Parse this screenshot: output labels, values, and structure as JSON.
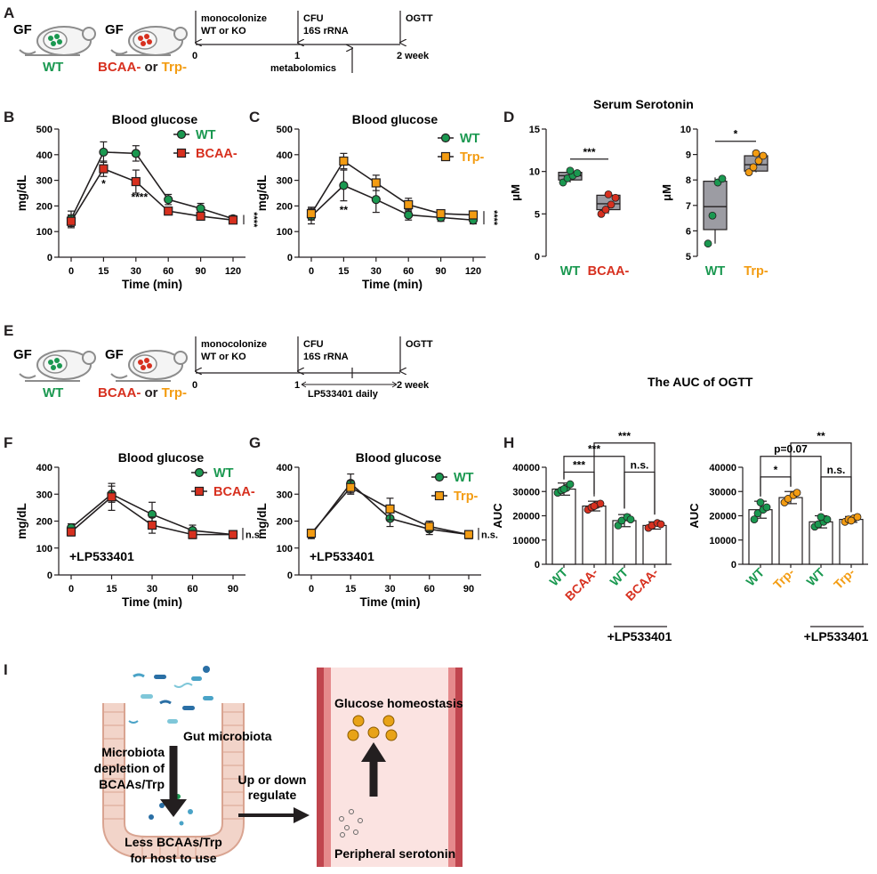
{
  "colors": {
    "wt": "#1a9850",
    "bcaa": "#d7301f",
    "trp": "#f39c12",
    "text": "#231f20",
    "box_fill": "#9c9ca3",
    "bar_fill": "#ffffff",
    "vessel": "#c0454e",
    "vessel_inner": "#fbe3e1",
    "villus": "#f2d4c9",
    "villus_line": "#d9a491",
    "serotonin": "#e8a317"
  },
  "panel_labels": {
    "A": "A",
    "B": "B",
    "C": "C",
    "D": "D",
    "E": "E",
    "F": "F",
    "G": "G",
    "H": "H",
    "I": "I"
  },
  "panel_A": {
    "gf": "GF",
    "wt": "WT",
    "bcaa": "BCAA-",
    "or": "or",
    "trp": "Trp-",
    "timeline": {
      "ev0": "monocolonize",
      "ev0b": "WT or KO",
      "ev1": "CFU",
      "ev1b": "16S rRNA",
      "ev2": "OGTT",
      "t0": "0",
      "t1": "1",
      "t2": "2 week",
      "below": "metabolomics"
    }
  },
  "panel_E": {
    "gf": "GF",
    "wt": "WT",
    "bcaa": "BCAA-",
    "or": "or",
    "trp": "Trp-",
    "timeline": {
      "ev0": "monocolonize",
      "ev0b": "WT or KO",
      "ev1": "CFU",
      "ev1b": "16S rRNA",
      "ev2": "OGTT",
      "t0": "0",
      "t1": "1",
      "t2": "2 week",
      "below": "LP533401 daily"
    }
  },
  "panel_D": {
    "title": "Serum Serotonin"
  },
  "panel_H": {
    "title": "The AUC of OGTT"
  },
  "panel_I": {
    "gut_microbiota": "Gut microbiota",
    "left_l1": "Microbiota",
    "left_l2": "depletion of",
    "left_l3": "BCAAs/Trp",
    "mid_l1": "Up or down",
    "mid_l2": "regulate",
    "bottom_l1": "Less BCAAs/Trp",
    "bottom_l2": "for host to use",
    "top_right": "Glucose homeostasis",
    "bottom_right": "Peripheral serotonin"
  },
  "chart_data": [
    {
      "id": "B",
      "type": "line",
      "title": "Blood glucose",
      "xlabel": "Time (min)",
      "ylabel": "mg/dL",
      "x": [
        0,
        15,
        30,
        60,
        90,
        120
      ],
      "ylim": [
        0,
        500
      ],
      "yticks": [
        0,
        100,
        200,
        300,
        400,
        500
      ],
      "series": [
        {
          "name": "WT",
          "color": "#1a9850",
          "marker": "circle",
          "values": [
            150,
            410,
            405,
            225,
            190,
            150
          ],
          "err": [
            30,
            40,
            30,
            20,
            20,
            12
          ]
        },
        {
          "name": "BCAA-",
          "color": "#d7301f",
          "marker": "square",
          "values": [
            140,
            345,
            295,
            180,
            160,
            145
          ],
          "err": [
            25,
            30,
            45,
            15,
            15,
            12
          ]
        }
      ],
      "annotations": [
        "*",
        "****",
        "****"
      ]
    },
    {
      "id": "C",
      "type": "line",
      "title": "Blood glucose",
      "xlabel": "Time (min)",
      "ylabel": "mg/dL",
      "x": [
        0,
        15,
        30,
        60,
        90,
        120
      ],
      "ylim": [
        0,
        500
      ],
      "yticks": [
        0,
        100,
        200,
        300,
        400,
        500
      ],
      "series": [
        {
          "name": "WT",
          "color": "#1a9850",
          "marker": "circle",
          "values": [
            160,
            280,
            225,
            165,
            155,
            145
          ],
          "err": [
            30,
            60,
            50,
            20,
            15,
            15
          ]
        },
        {
          "name": "Trp-",
          "color": "#f39c12",
          "marker": "square",
          "values": [
            170,
            375,
            290,
            205,
            170,
            165
          ],
          "err": [
            25,
            30,
            30,
            25,
            15,
            15
          ]
        }
      ],
      "annotations": [
        "**",
        "****"
      ]
    },
    {
      "id": "D1",
      "type": "box",
      "ylabel": "μM",
      "ylim": [
        0,
        15
      ],
      "yticks": [
        0,
        5,
        10,
        15
      ],
      "categories": [
        "WT",
        "BCAA-"
      ],
      "colors": [
        "#1a9850",
        "#d7301f"
      ],
      "boxes": [
        {
          "min": 8.7,
          "q1": 9.0,
          "median": 9.5,
          "q3": 9.9,
          "max": 10.2,
          "points": [
            8.7,
            9.2,
            9.5,
            9.8,
            10.1
          ]
        },
        {
          "min": 5.0,
          "q1": 5.5,
          "median": 6.2,
          "q3": 7.2,
          "max": 7.3,
          "points": [
            5.0,
            5.5,
            6.1,
            6.9,
            7.3
          ]
        }
      ],
      "annotations": [
        "***"
      ]
    },
    {
      "id": "D2",
      "type": "box",
      "ylabel": "μM",
      "ylim": [
        5,
        10
      ],
      "yticks": [
        5,
        6,
        7,
        8,
        9,
        10
      ],
      "categories": [
        "WT",
        "Trp-"
      ],
      "colors": [
        "#1a9850",
        "#f39c12"
      ],
      "boxes": [
        {
          "min": 5.5,
          "q1": 6.05,
          "median": 6.95,
          "q3": 7.95,
          "max": 8.1,
          "points": [
            5.5,
            6.6,
            7.9,
            8.05
          ]
        },
        {
          "min": 8.3,
          "q1": 8.35,
          "median": 8.6,
          "q3": 8.95,
          "max": 9.1,
          "points": [
            8.3,
            8.5,
            8.75,
            8.95,
            9.05
          ]
        }
      ],
      "annotations": [
        "*"
      ]
    },
    {
      "id": "F",
      "type": "line",
      "title": "Blood glucose",
      "xlabel": "Time (min)",
      "ylabel": "mg/dL",
      "x": [
        0,
        15,
        30,
        60,
        90
      ],
      "ylim": [
        0,
        400
      ],
      "yticks": [
        0,
        100,
        200,
        300,
        400
      ],
      "series": [
        {
          "name": "WT",
          "color": "#1a9850",
          "marker": "circle",
          "values": [
            175,
            300,
            225,
            165,
            150
          ],
          "err": [
            15,
            30,
            45,
            20,
            15
          ]
        },
        {
          "name": "BCAA-",
          "color": "#d7301f",
          "marker": "square",
          "values": [
            160,
            290,
            185,
            150,
            150
          ],
          "err": [
            15,
            50,
            30,
            15,
            12
          ]
        }
      ],
      "inner_label": "+LP533401",
      "annotations": [
        "n.s."
      ]
    },
    {
      "id": "G",
      "type": "line",
      "title": "Blood glucose",
      "xlabel": "Time (min)",
      "ylabel": "mg/dL",
      "x": [
        0,
        15,
        30,
        60,
        90
      ],
      "ylim": [
        0,
        400
      ],
      "yticks": [
        0,
        100,
        200,
        300,
        400
      ],
      "series": [
        {
          "name": "WT",
          "color": "#1a9850",
          "marker": "circle",
          "values": [
            150,
            340,
            210,
            170,
            150
          ],
          "err": [
            15,
            35,
            30,
            20,
            15
          ]
        },
        {
          "name": "Trp-",
          "color": "#f39c12",
          "marker": "square",
          "values": [
            155,
            325,
            245,
            180,
            150
          ],
          "err": [
            15,
            25,
            40,
            20,
            15
          ]
        }
      ],
      "inner_label": "+LP533401",
      "annotations": [
        "n.s."
      ]
    },
    {
      "id": "H1",
      "type": "bar",
      "ylabel": "AUC",
      "ylim": [
        0,
        40000
      ],
      "yticks": [
        0,
        10000,
        20000,
        30000,
        40000
      ],
      "categories": [
        "WT",
        "BCAA-",
        "WT",
        "BCAA-"
      ],
      "colors": [
        "#1a9850",
        "#d7301f",
        "#1a9850",
        "#d7301f"
      ],
      "values": [
        31000,
        24000,
        18000,
        16000
      ],
      "err": [
        2500,
        2000,
        2500,
        1500
      ],
      "points": [
        [
          29500,
          30500,
          31500,
          33000,
          31000
        ],
        [
          22500,
          23500,
          24500,
          25000,
          24000
        ],
        [
          16000,
          18000,
          19500,
          18500
        ],
        [
          15000,
          16000,
          17000,
          16500
        ]
      ],
      "group_label": "+LP533401",
      "annotations": [
        "***",
        "***",
        "***",
        "n.s."
      ]
    },
    {
      "id": "H2",
      "type": "bar",
      "ylabel": "AUC",
      "ylim": [
        0,
        40000
      ],
      "yticks": [
        0,
        10000,
        20000,
        30000,
        40000
      ],
      "categories": [
        "WT",
        "Trp-",
        "WT",
        "Trp-"
      ],
      "colors": [
        "#1a9850",
        "#f39c12",
        "#1a9850",
        "#f39c12"
      ],
      "values": [
        22500,
        27500,
        17500,
        18500
      ],
      "err": [
        3500,
        2500,
        2500,
        1200
      ],
      "points": [
        [
          18500,
          21000,
          22500,
          23500,
          25500
        ],
        [
          25500,
          27000,
          28500,
          29500
        ],
        [
          15500,
          16500,
          17500,
          18500,
          19500
        ],
        [
          17500,
          18500,
          19000,
          19500,
          18000
        ]
      ],
      "group_label": "+LP533401",
      "annotations": [
        "**",
        "p=0.07",
        "*",
        "n.s."
      ]
    }
  ]
}
